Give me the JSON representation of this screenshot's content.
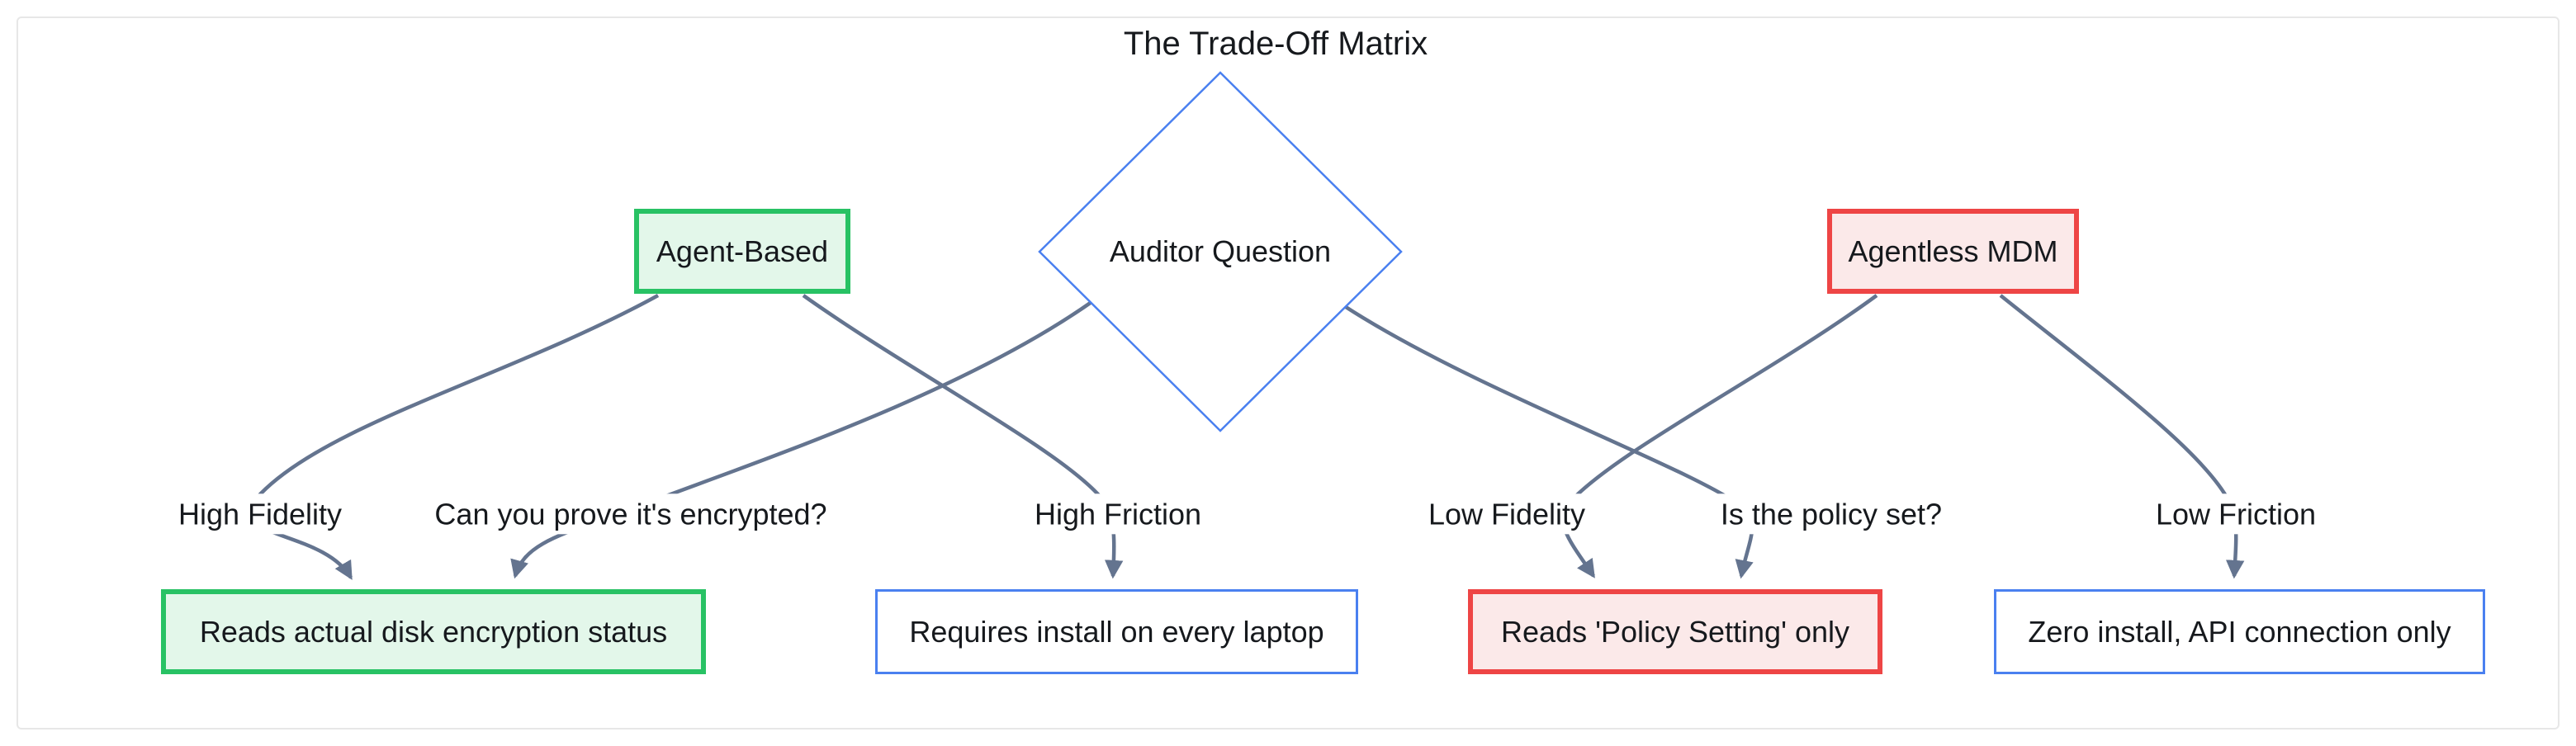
{
  "title": "The Trade-Off Matrix",
  "colors": {
    "blue": "#4a80f0",
    "green_border": "#28c264",
    "green_fill": "#e3f7ea",
    "red_border": "#ee4545",
    "red_fill": "#fbe9e9",
    "edge": "#64748f",
    "text": "#16191d",
    "frame": "#e7e7e7"
  },
  "nodes": {
    "agent_based": {
      "label": "Agent-Based",
      "style": "green"
    },
    "auditor_question": {
      "label": "Auditor Question",
      "style": "blue-diamond"
    },
    "agentless_mdm": {
      "label": "Agentless MDM",
      "style": "red"
    },
    "agent_result": {
      "label": "Reads actual disk encryption status",
      "style": "green"
    },
    "agent_friction": {
      "label": "Requires install on every laptop",
      "style": "blue"
    },
    "mdm_result": {
      "label": "Reads 'Policy Setting' only",
      "style": "red"
    },
    "mdm_friction": {
      "label": "Zero install, API connection only",
      "style": "blue"
    }
  },
  "edge_labels": [
    {
      "id": "high-fidelity",
      "text": "High Fidelity",
      "from": "agent_based",
      "to": "agent_result"
    },
    {
      "id": "can-you-prove",
      "text": "Can you prove it's encrypted?",
      "from": "auditor_question",
      "to": "agent_result"
    },
    {
      "id": "high-friction",
      "text": "High Friction",
      "from": "agent_based",
      "to": "agent_friction"
    },
    {
      "id": "low-fidelity",
      "text": "Low Fidelity",
      "from": "agentless_mdm",
      "to": "mdm_result"
    },
    {
      "id": "is-policy-set",
      "text": "Is the policy set?",
      "from": "auditor_question",
      "to": "mdm_result"
    },
    {
      "id": "low-friction",
      "text": "Low Friction",
      "from": "agentless_mdm",
      "to": "mdm_friction"
    }
  ]
}
